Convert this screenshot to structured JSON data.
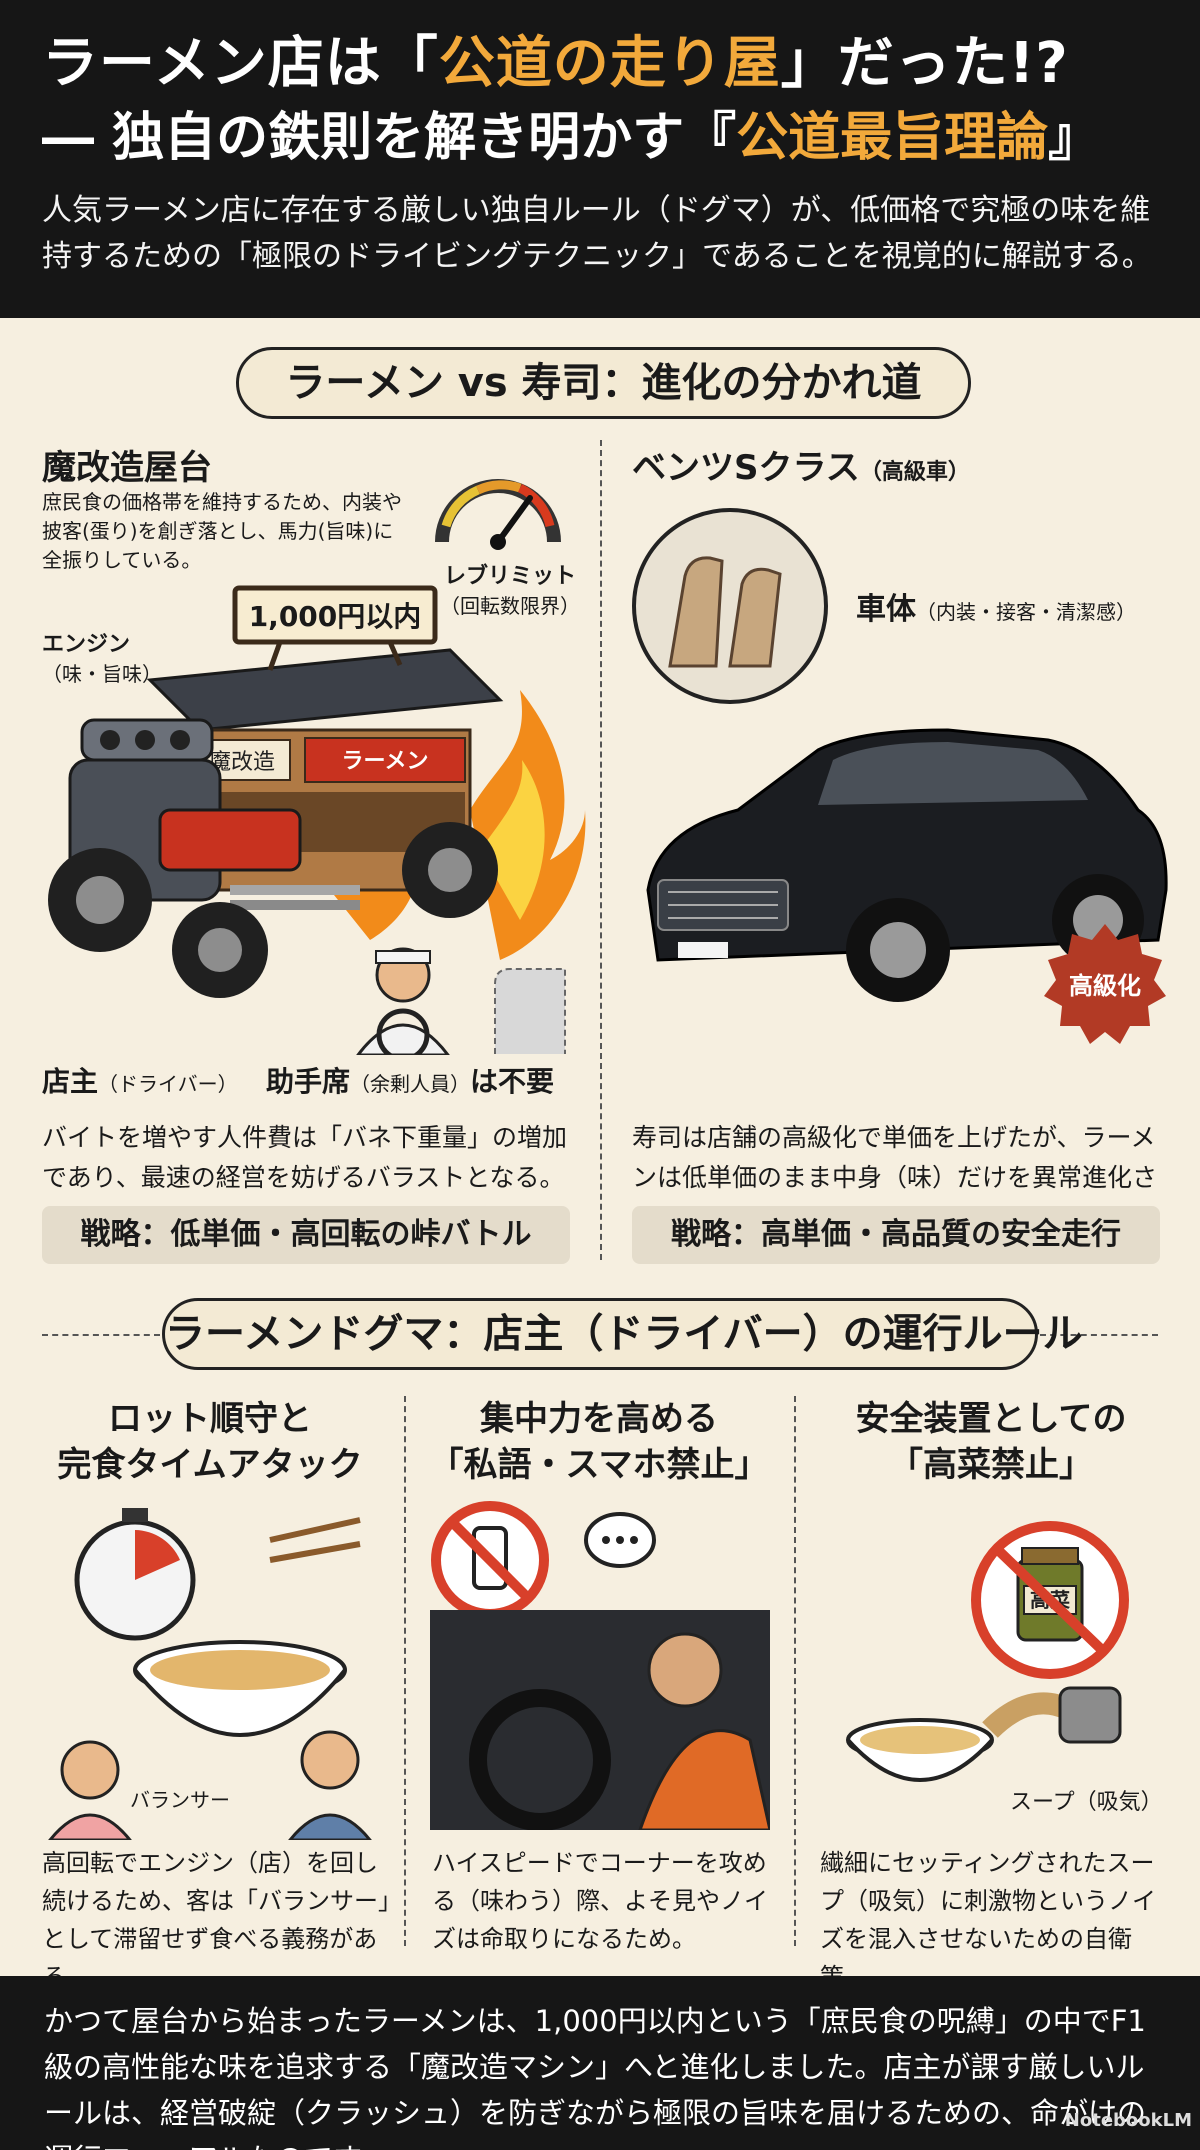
{
  "header": {
    "title_line1_a": "ラーメン店は「",
    "title_line1_hl": "公道の走り屋",
    "title_line1_b": "」だった!?",
    "title_line2_a": "― 独自の鉄則を解き明かす『",
    "title_line2_hl": "公道最旨理論",
    "title_line2_b": "』",
    "lead": "人気ラーメン店に存在する厳しい独自ルール（ドグマ）が、低価格で究極の味を維持するための「極限のドライビングテクニック」であることを視覚的に解説する。"
  },
  "comparison": {
    "heading": "ラーメン vs 寿司：進化の分かれ道",
    "ramen": {
      "title": "魔改造屋台",
      "desc": "庶民食の価格帯を維持するため、内装や披客(蛋り)を創ぎ落とし、馬力(旨味)に全振りしている。",
      "sign": "1,000円以内",
      "stall_label": "魔改造",
      "banner": "ラーメン",
      "engine_label": "エンジン",
      "engine_sub": "（味・旨味）",
      "rev_label": "レブリミット",
      "rev_sub": "（回転数限界）",
      "owner_label": "店主",
      "owner_sub": "（ドライバー）",
      "passenger_label_a": "助手席",
      "passenger_sub": "（余剰人員）",
      "passenger_label_b": "は不要",
      "body": "バイトを増やす人件費は「バネ下重量」の増加であり、最速の経営を妨げるバラストとなる。",
      "strategy": "戦略：低単価・高回転の峠バトル"
    },
    "sushi": {
      "title": "ベンツSクラス",
      "title_sub": "（高級車）",
      "body_label": "車体",
      "body_label_sub": "（内装・接客・清潔感）",
      "badge": "高級化",
      "body": "寿司は店舗の高級化で単価を上げたが、ラーメンは低単価のまま中身（味）だけを異常進化させた。",
      "strategy": "戦略：高単価・高品質の安全走行"
    }
  },
  "rules": {
    "heading": "ラーメンドグマ：店主（ドライバー）の運行ルール",
    "items": [
      {
        "title": "ロット順守と\n完食タイムアタック",
        "caption": "バランサー",
        "text": "高回転でエンジン（店）を回し続けるため、客は「バランサー」として滞留せず食べる義務がある。"
      },
      {
        "title": "集中力を高める\n「私語・スマホ禁止」",
        "caption": "",
        "text": "ハイスピードでコーナーを攻める（味わう）際、よそ見やノイズは命取りになるため。"
      },
      {
        "title": "安全装置としての\n「高菜禁止」",
        "caption": "スープ（吸気）",
        "jar_label": "高菜",
        "text": "繊細にセッティングされたスープ（吸気）に刺激物というノイズを混入させないための自衛策。"
      }
    ]
  },
  "footer": {
    "text": "かつて屋台から始まったラーメンは、1,000円以内という「庶民食の呪縛」の中でF1級の高性能な味を追求する「魔改造マシン」へと進化しました。店主が課す厳しいルールは、経営破綻（クラッシュ）を防ぎながら極限の旨味を届けるための、命がけの運行マニュアルなのです。",
    "brand": "NotebookLM"
  },
  "colors": {
    "accent": "#f2a93b",
    "dark": "#161616",
    "paper": "#f6efe0",
    "red": "#c8321f"
  }
}
